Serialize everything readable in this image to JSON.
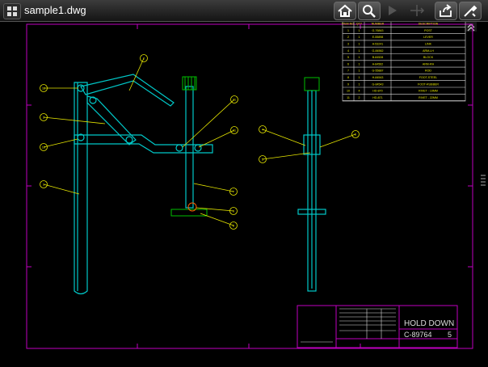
{
  "app": {
    "file_title": "sample1.dwg",
    "toolbar": [
      {
        "name": "home-button",
        "icon": "home-icon"
      },
      {
        "name": "zoom-button",
        "icon": "magnifier-icon"
      },
      {
        "name": "play-button",
        "icon": "play-icon"
      },
      {
        "name": "move-button",
        "icon": "move-icon"
      },
      {
        "name": "share-button",
        "icon": "share-icon"
      },
      {
        "name": "tools-button",
        "icon": "tools-icon"
      }
    ],
    "colors": {
      "background": "#000000",
      "part": "#00c8c8",
      "leader": "#e6e600",
      "border": "#c000c0"
    }
  },
  "drawing": {
    "bom_headers": [
      "ITEM NO.",
      "QTY",
      "NUMBER",
      "DESCRIPTION"
    ],
    "bom_rows": [
      [
        "1",
        "1",
        "G-76843",
        "POST"
      ],
      [
        "2",
        "1",
        "E-55898",
        "LEVER"
      ],
      [
        "3",
        "1",
        "A-53241",
        "LINK"
      ],
      [
        "4",
        "1",
        "G-84562",
        "ARM-LH"
      ],
      [
        "5",
        "1",
        "B-84528",
        "BLOCK"
      ],
      [
        "6",
        "1",
        "A-84562",
        "ARM-RH"
      ],
      [
        "7",
        "1",
        "G-55887",
        "ROD"
      ],
      [
        "8",
        "1",
        "H-84543",
        "FOOT-STEEL"
      ],
      [
        "9",
        "1",
        "G-84543",
        "FOOT-RUBBER"
      ],
      [
        "10",
        "4",
        "HD-870",
        "RIVET - 10MM"
      ],
      [
        "11",
        "2",
        "HD-871",
        "RIVET - 22MM"
      ]
    ],
    "balloons": [
      "1",
      "2",
      "3",
      "4",
      "5",
      "6",
      "7",
      "8",
      "9",
      "10",
      "11"
    ],
    "title_block": {
      "title": "HOLD DOWN",
      "drawing_number": "C-89764",
      "revision": "5"
    }
  }
}
